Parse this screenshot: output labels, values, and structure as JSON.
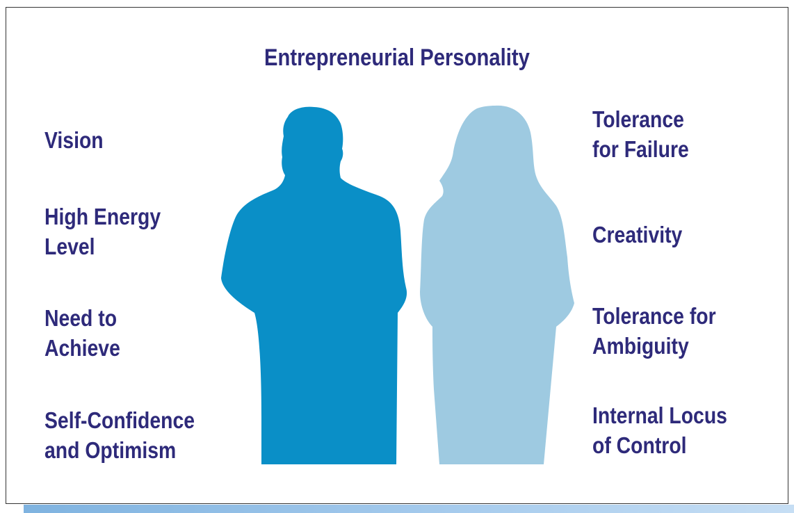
{
  "title": "Entrepreneurial Personality",
  "colors": {
    "text": "#2e2a7a",
    "male_silhouette": "#0a8fc7",
    "female_silhouette": "#9ecae1",
    "bottom_bar": "#a9cdee"
  },
  "left_traits": [
    "Vision",
    "High Energy\nLevel",
    "Need to\nAchieve",
    "Self-Confidence\nand Optimism"
  ],
  "right_traits": [
    "Tolerance\nfor Failure",
    "Creativity",
    "Tolerance for\nAmbiguity",
    "Internal Locus\nof Control"
  ],
  "icons": {
    "left_figure": "male-silhouette-icon",
    "right_figure": "female-silhouette-icon"
  }
}
